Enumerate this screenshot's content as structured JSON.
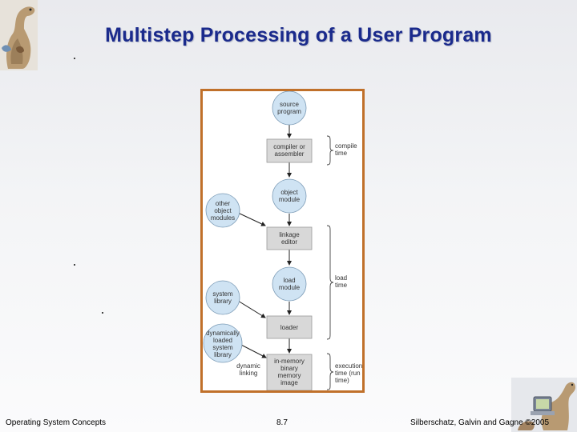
{
  "slide": {
    "title": "Multistep Processing of a User Program"
  },
  "diagram": {
    "nodes": {
      "source_program": [
        "source",
        "program"
      ],
      "compiler_assembler": [
        "compiler or",
        "assembler"
      ],
      "object_module": [
        "object",
        "module"
      ],
      "other_object_modules": [
        "other",
        "object",
        "modules"
      ],
      "linkage_editor": [
        "linkage",
        "editor"
      ],
      "load_module": [
        "load",
        "module"
      ],
      "system_library": [
        "system",
        "library"
      ],
      "loader": [
        "loader"
      ],
      "dynamically_loaded_system_library": [
        "dynamically",
        "loaded",
        "system",
        "library"
      ],
      "in_memory_binary": [
        "in-memory",
        "binary",
        "memory",
        "image"
      ]
    },
    "edge_labels": {
      "dynamic_linking": [
        "dynamic",
        "linking"
      ]
    },
    "time_labels": {
      "compile_time": [
        "compile",
        "time"
      ],
      "load_time": [
        "load",
        "time"
      ],
      "execution_time": [
        "execution",
        "time (run",
        "time)"
      ]
    },
    "colors": {
      "circle_fill": "#cfe3f3",
      "box_fill": "#d8d8d8",
      "frame": "#c0702a"
    }
  },
  "footer": {
    "left": "Operating System Concepts",
    "page": "8.7",
    "right": "Silberschatz, Galvin and Gagne ©2005"
  },
  "icons": {
    "top_left": "dinosaur-icon",
    "bottom_right": "dinosaur-computer-icon"
  }
}
